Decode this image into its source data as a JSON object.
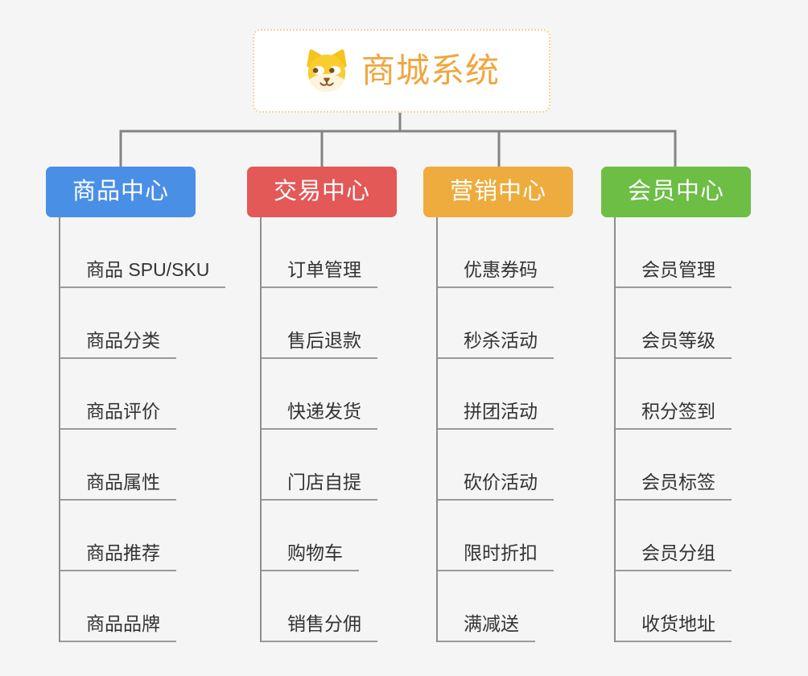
{
  "canvas": {
    "background": "#f5f5f5",
    "connector_color": "#848484"
  },
  "root": {
    "title": "商城系统",
    "title_color": "#f0a63f",
    "border_color": "#f2d49b",
    "icon": "dog-face-icon"
  },
  "branches": [
    {
      "id": "product-center",
      "label": "商品中心",
      "color": "#4a8fe6",
      "children": [
        "商品 SPU/SKU",
        "商品分类",
        "商品评价",
        "商品属性",
        "商品推荐",
        "商品品牌"
      ]
    },
    {
      "id": "trade-center",
      "label": "交易中心",
      "color": "#e25957",
      "children": [
        "订单管理",
        "售后退款",
        "快递发货",
        "门店自提",
        "购物车",
        "销售分佣"
      ]
    },
    {
      "id": "marketing-center",
      "label": "营销中心",
      "color": "#eeac3e",
      "children": [
        "优惠券码",
        "秒杀活动",
        "拼团活动",
        "砍价活动",
        "限时折扣",
        "满减送"
      ]
    },
    {
      "id": "member-center",
      "label": "会员中心",
      "color": "#6cbe44",
      "children": [
        "会员管理",
        "会员等级",
        "积分签到",
        "会员标签",
        "会员分组",
        "收货地址"
      ]
    }
  ]
}
